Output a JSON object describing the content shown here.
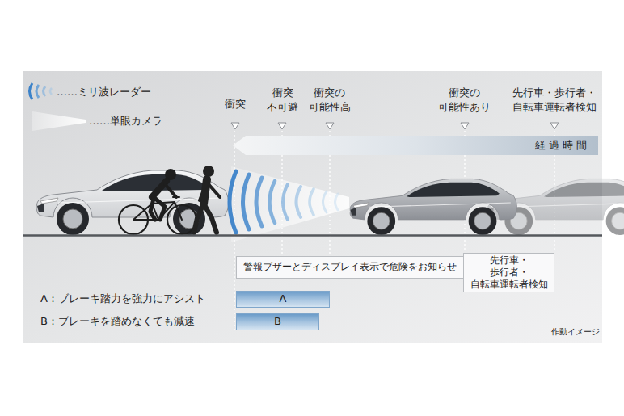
{
  "diagram": {
    "nodes": [
      {
        "text": [
          "経過時間"
        ]
      },
      {
        "text": [
          "警報ブザーとディスプレイ表示で危険をお知らせ"
        ]
      },
      {
        "text": [
          "先行車・歩行者・ 自転車運転者検知"
        ]
      },
      {
        "text": [
          "A"
        ]
      },
      {
        "text": [
          "B"
        ]
      }
    ],
    "labels": [
      "衝突",
      "衝突 不可避",
      "衝突の 可能性高",
      "衝突の 可能性あり",
      "先行車・歩行者・ 自転車運転者検知",
      "A：ブレーキ踏力を強力にアシスト",
      "B：ブレーキを踏めなくても減速",
      "作動イメージ"
    ],
    "legend": [
      {
        "text": "……ミリ波レーダー"
      },
      {
        "text": "……単眼カメラ"
      }
    ]
  }
}
